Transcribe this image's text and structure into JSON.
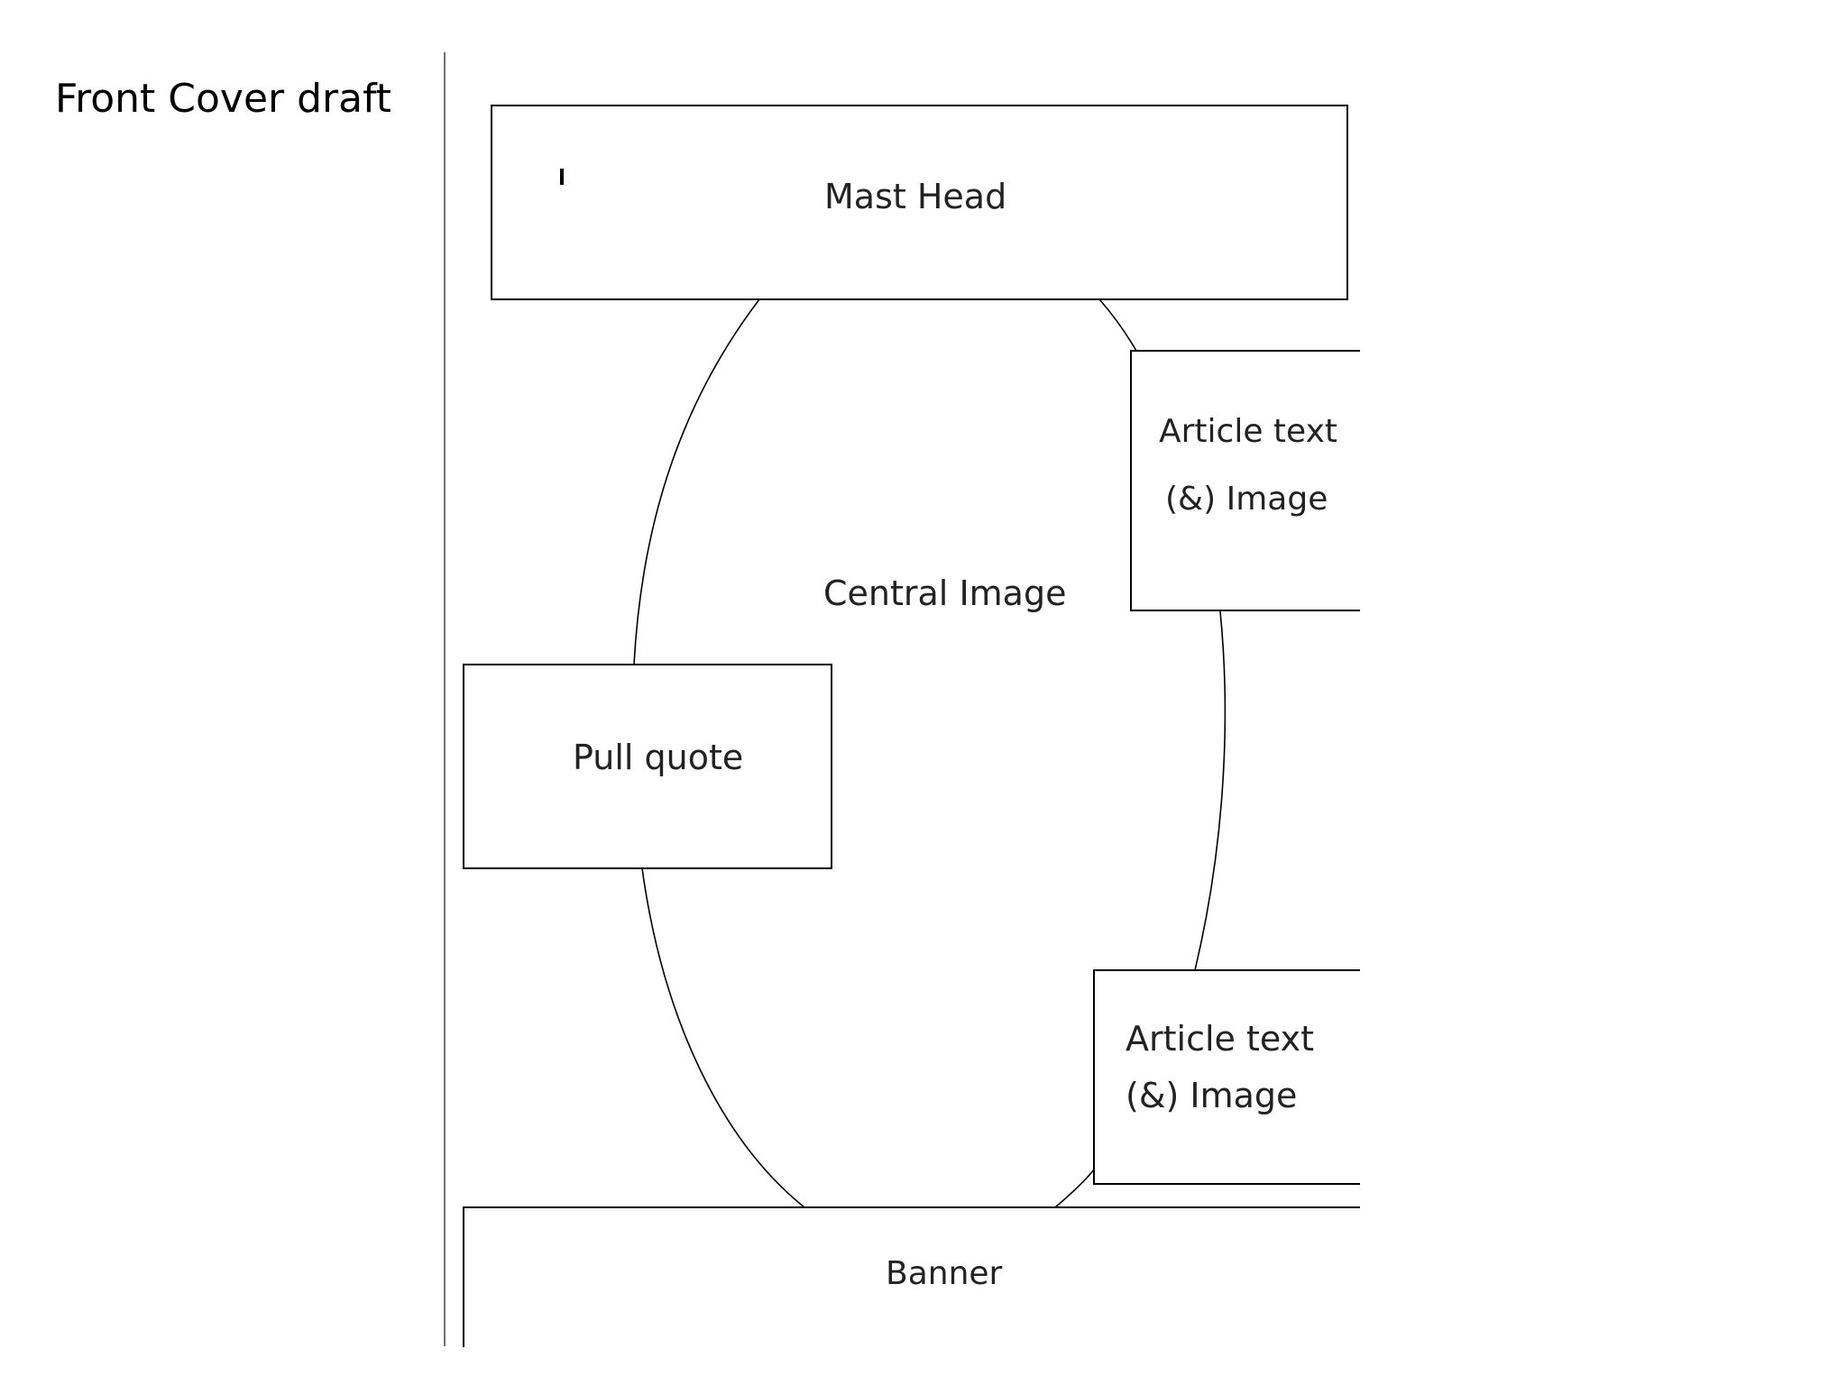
{
  "slide": {
    "title": "Front Cover draft"
  },
  "diagram": {
    "masthead_label": "Mast Head",
    "central_image_label": "Central Image",
    "article_top_line1": "Article text",
    "article_top_line2": "(&) Image",
    "pull_quote_label": "Pull quote",
    "article_bottom_line1": "Article text",
    "article_bottom_line2": "(&) Image",
    "banner_label": "Banner"
  },
  "colors": {
    "background": "#ffffff",
    "stroke": "#000000",
    "divider": "#6f6f6f",
    "label_text": "#222222"
  }
}
